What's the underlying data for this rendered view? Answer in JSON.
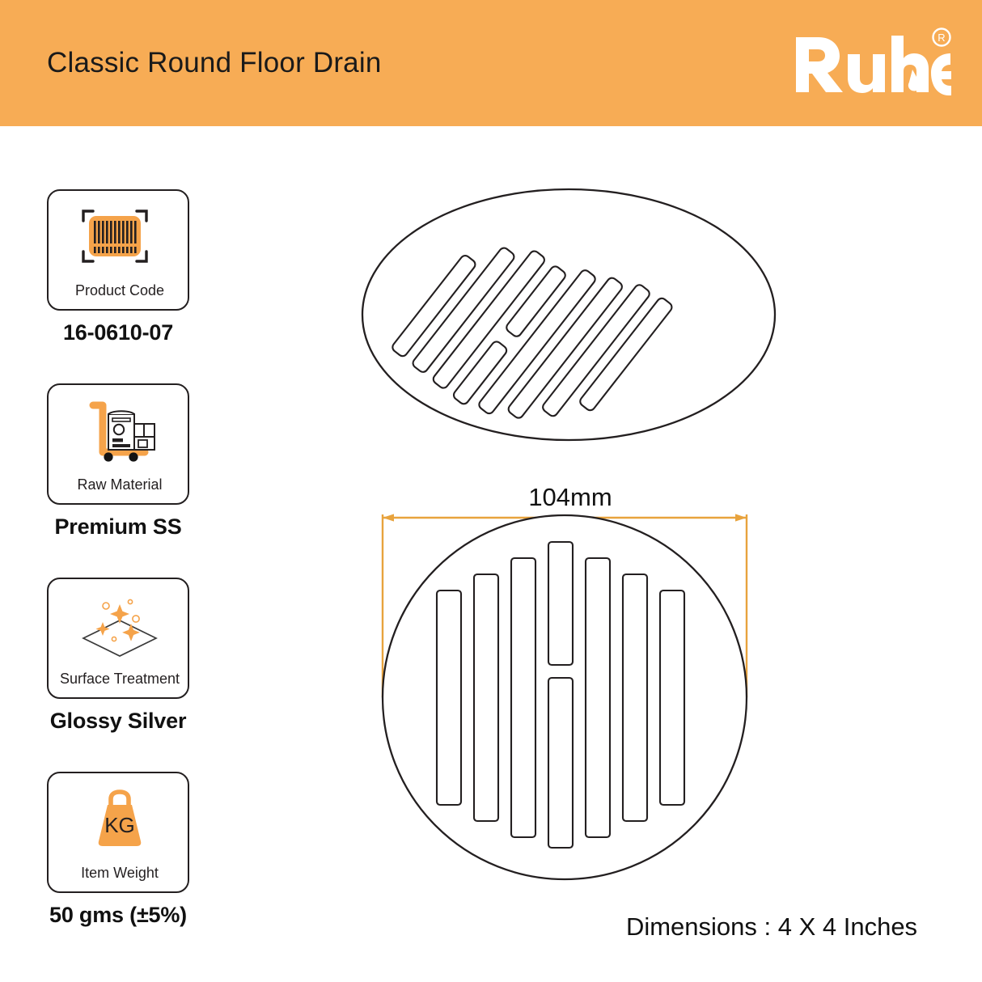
{
  "header": {
    "title": "Classic Round Floor Drain",
    "brand_name": "Ruhe",
    "brand_mark": "®",
    "background_color": "#F7AC55",
    "title_color": "#1A1A1A",
    "brand_color": "#FFFFFF"
  },
  "specs": [
    {
      "icon": "barcode-scan-icon",
      "caption": "Product Code",
      "value": "16-0610-07"
    },
    {
      "icon": "hand-truck-material-icon",
      "caption": "Raw Material",
      "value": "Premium SS"
    },
    {
      "icon": "sparkle-diamond-surface-icon",
      "caption": "Surface Treatment",
      "value": "Glossy Silver"
    },
    {
      "icon": "weight-kg-icon",
      "caption": "Item Weight",
      "value": "50 gms (±5%)"
    }
  ],
  "icon_labels": {
    "weight_unit": "KG"
  },
  "drawings": {
    "perspective_view": {
      "name": "floor-drain-perspective-view",
      "slot_count": 8,
      "slot_orientation": "diagonal",
      "outline_shape": "ellipse"
    },
    "top_view": {
      "name": "floor-drain-top-view",
      "slot_count": 7,
      "slot_orientation": "vertical",
      "outline_shape": "circle",
      "dimension_label": "104mm",
      "dimension_color": "#E8A33D"
    }
  },
  "footer": {
    "dimensions_text": "Dimensions : 4 X 4 Inches"
  },
  "colors": {
    "accent_orange": "#F5A34A",
    "header_orange": "#F7AC55",
    "dimension_orange": "#E8A33D",
    "line_dark": "#231F20"
  }
}
